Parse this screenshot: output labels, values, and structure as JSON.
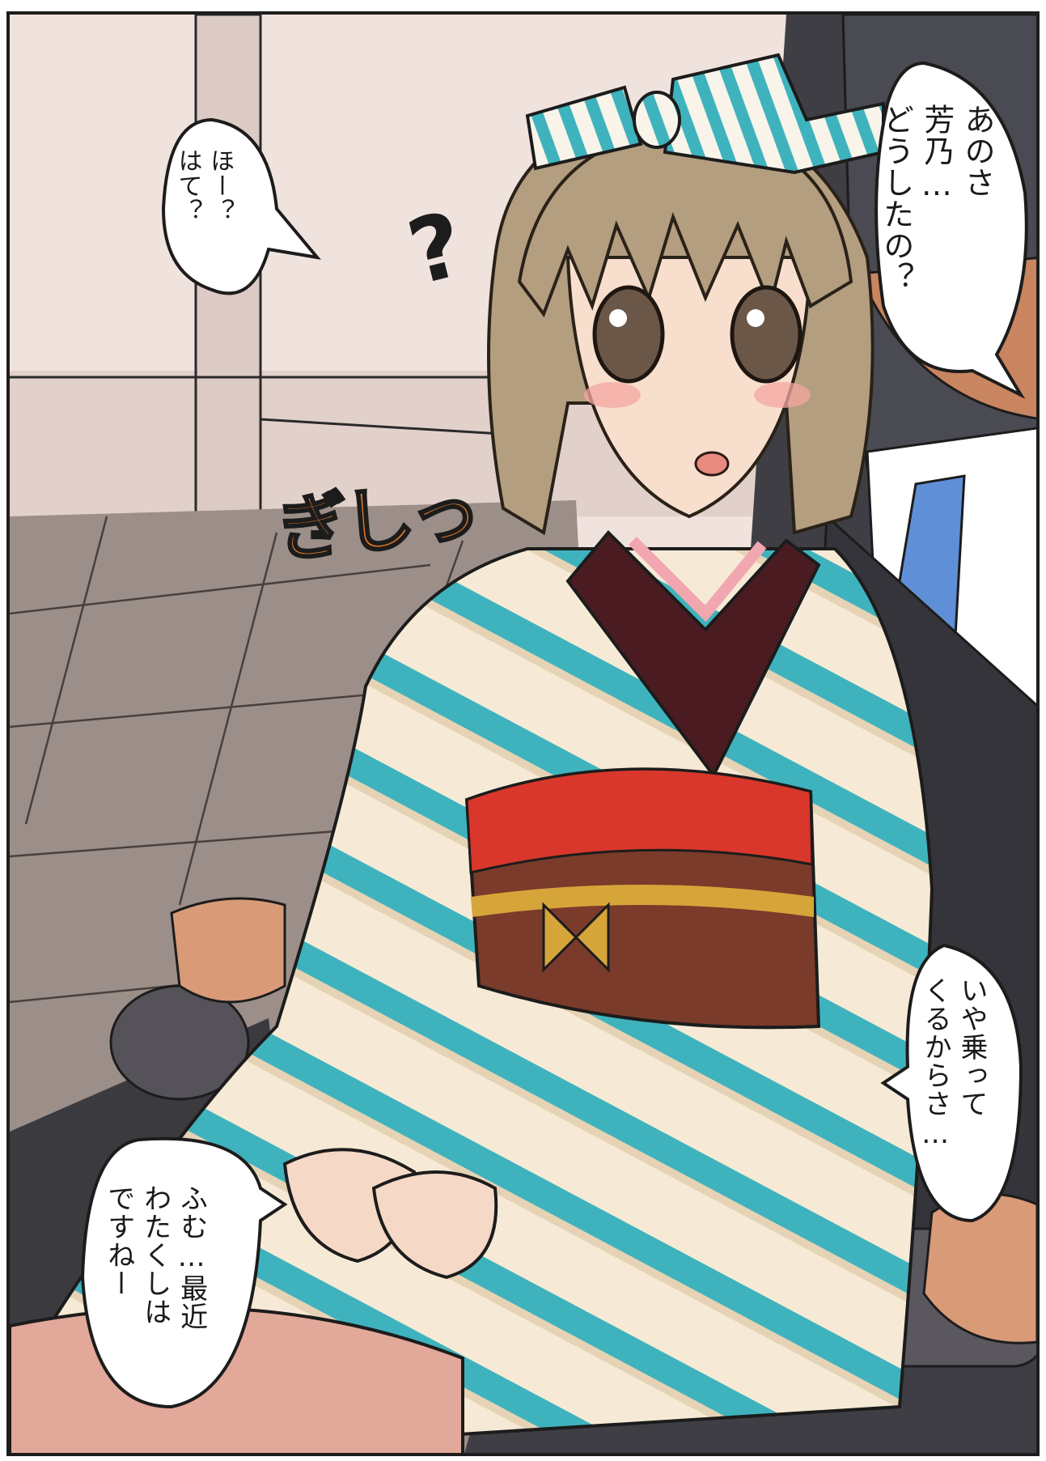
{
  "panel": {
    "speech": [
      {
        "id": "right-top",
        "text": "あのさ\n芳乃…\nどうしたの？"
      },
      {
        "id": "left-top",
        "text": "ほー？\nはて？"
      },
      {
        "id": "right-lower",
        "text": "いや乗って\nくるからさ…"
      },
      {
        "id": "left-lower",
        "text": "ふむ…最近\nわたくしは\nですねー"
      }
    ],
    "sfx": [
      {
        "id": "question-mark",
        "text": "?"
      },
      {
        "id": "gishi",
        "text": "ぎしっ"
      }
    ],
    "colors": {
      "stripe_teal": "#3fb3bd",
      "cream": "#f6ead6",
      "obi_red": "#d9372b",
      "sfx_orange": "#e07a2a",
      "tie_blue": "#5f8fd6",
      "hair": "#b49e80"
    }
  }
}
